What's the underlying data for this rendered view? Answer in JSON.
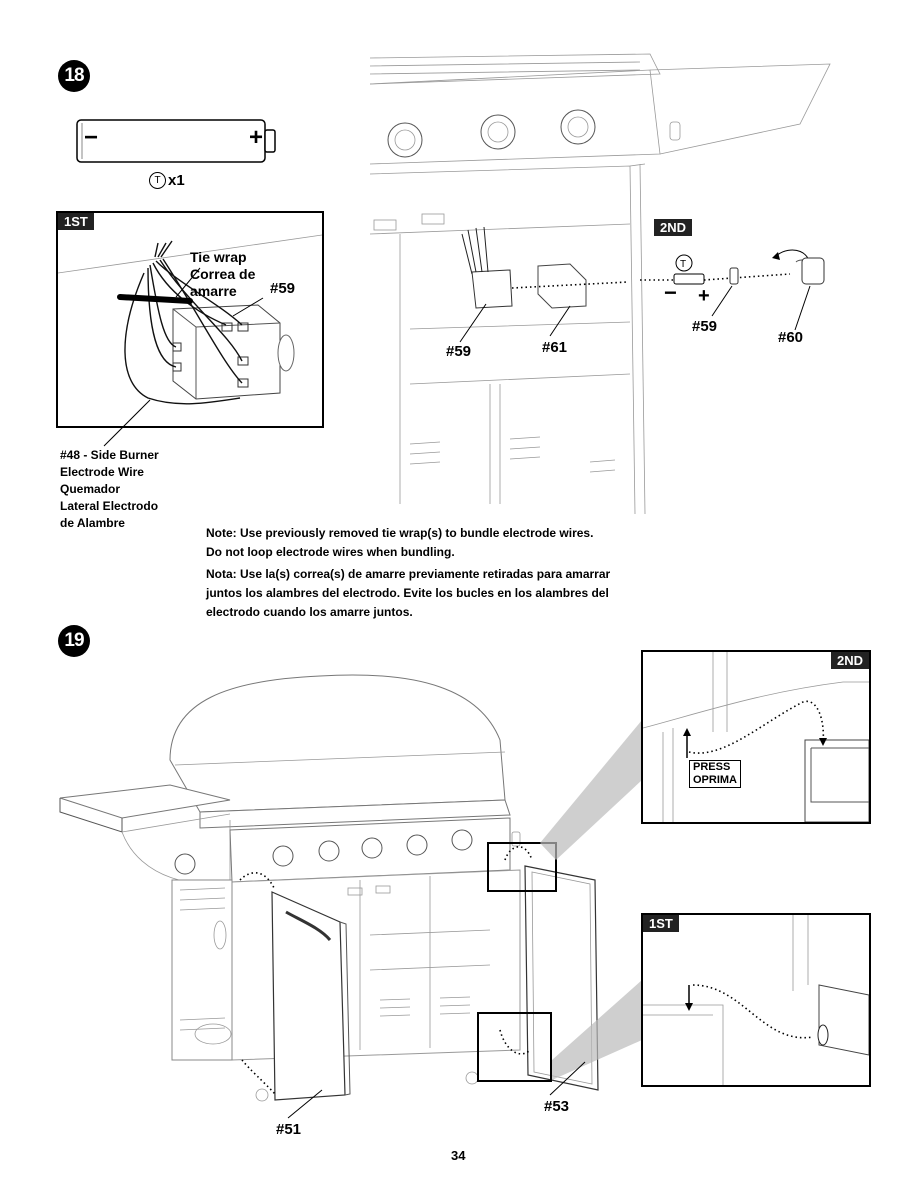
{
  "step18": {
    "number": "18",
    "battery": {
      "minus": "−",
      "plus": "+",
      "qty": "x1",
      "tool": "T"
    },
    "first_tag": "1ST",
    "second_tag": "2ND",
    "tie_wrap": [
      "Tie wrap",
      "Correa de",
      "amarre"
    ],
    "part59": "#59",
    "part59_b": "#59",
    "part61": "#61",
    "part59_c": "#59",
    "part60": "#60",
    "electrode_label": [
      "#48 - Side Burner",
      "Electrode Wire",
      "Quemador",
      "Lateral Electrodo",
      "de Alambre"
    ],
    "note": [
      "Note: Use previously removed tie wrap(s) to bundle electrode wires.",
      "Do not loop electrode wires when bundling.",
      "Nota: Use la(s) correa(s) de amarre previamente retiradas para amarrar",
      "juntos los alambres del electrodo. Evite los bucles en los alambres del",
      "electrodo cuando los amarre juntos."
    ]
  },
  "step19": {
    "number": "19",
    "second_tag": "2ND",
    "first_tag": "1ST",
    "press": [
      "PRESS",
      "OPRIMA"
    ],
    "part51": "#51",
    "part53": "#53"
  },
  "page_number": "34"
}
